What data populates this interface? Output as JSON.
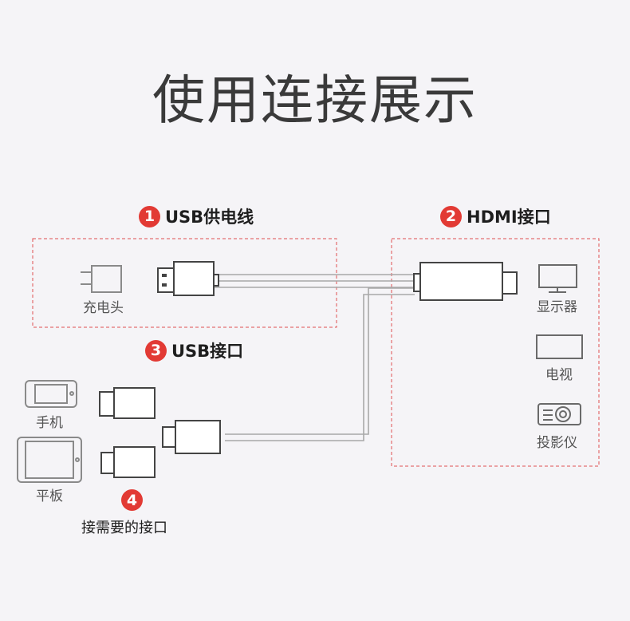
{
  "title": "使用连接展示",
  "steps": {
    "s1": {
      "number": "1",
      "label": "USB供电线"
    },
    "s2": {
      "number": "2",
      "label": "HDMI接口"
    },
    "s3": {
      "number": "3",
      "label": "USB接口"
    },
    "s4": {
      "number": "4",
      "label": "接需要的接口"
    }
  },
  "devices": {
    "charger": "充电头",
    "monitor": "显示器",
    "tv": "电视",
    "projector": "投影仪",
    "phone": "手机",
    "tablet": "平板"
  },
  "colors": {
    "accent": "#e23a34",
    "dashed_box": "#e05050",
    "line": "#9a9a9a"
  }
}
